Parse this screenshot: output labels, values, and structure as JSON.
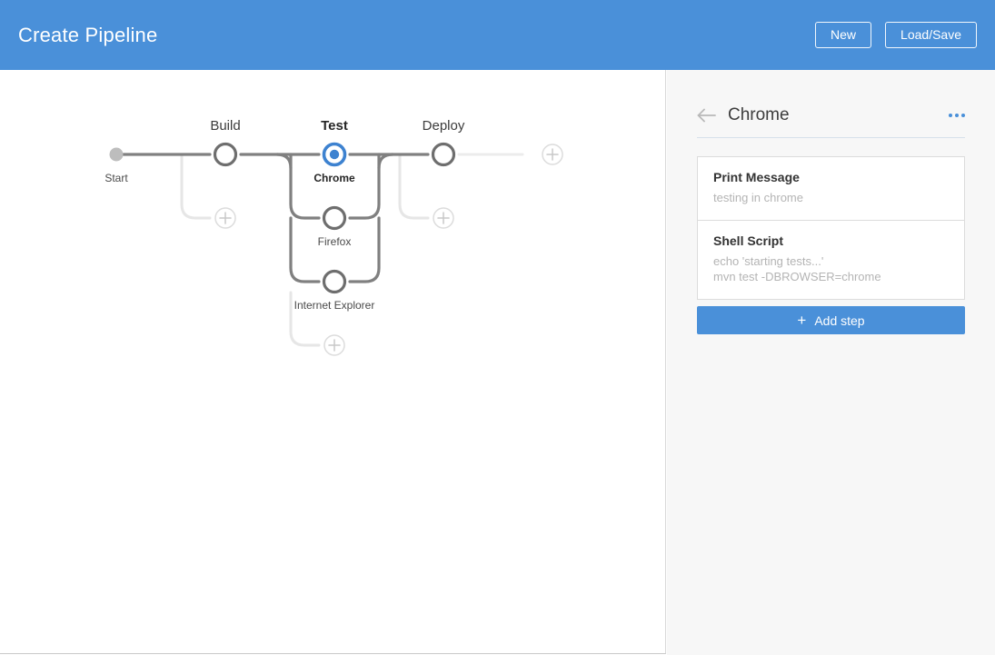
{
  "header": {
    "title": "Create Pipeline",
    "brand_color": "#4a90d9",
    "buttons": [
      {
        "name": "new",
        "label": "New"
      },
      {
        "name": "load-save",
        "label": "Load/Save"
      }
    ]
  },
  "canvas": {
    "start_label": "Start",
    "stages": [
      {
        "label": "Build",
        "selected": false
      },
      {
        "label": "Test",
        "selected": true
      },
      {
        "label": "Deploy",
        "selected": false
      }
    ],
    "nodes": [
      {
        "label": "Chrome",
        "selected": true
      },
      {
        "label": "Firefox",
        "selected": false
      },
      {
        "label": "Internet Explorer",
        "selected": false
      }
    ],
    "add_buttons": [
      "add-parallel-build",
      "add-parallel-deploy",
      "add-stage-after-deploy",
      "add-parallel-test"
    ],
    "line_color": "#808080",
    "ghost_color": "#e4e4e4",
    "selected_color": "#4a90d9"
  },
  "panel": {
    "back_icon": "arrow-left-icon",
    "title": "Chrome",
    "menu_icon": "more-horizontal-icon",
    "steps": [
      {
        "title": "Print Message",
        "lines": [
          "testing in chrome"
        ]
      },
      {
        "title": "Shell Script",
        "lines": [
          "echo 'starting tests...'",
          "mvn test -DBROWSER=chrome"
        ]
      }
    ],
    "add_step_label": "Add step",
    "add_step_plus": "+"
  }
}
